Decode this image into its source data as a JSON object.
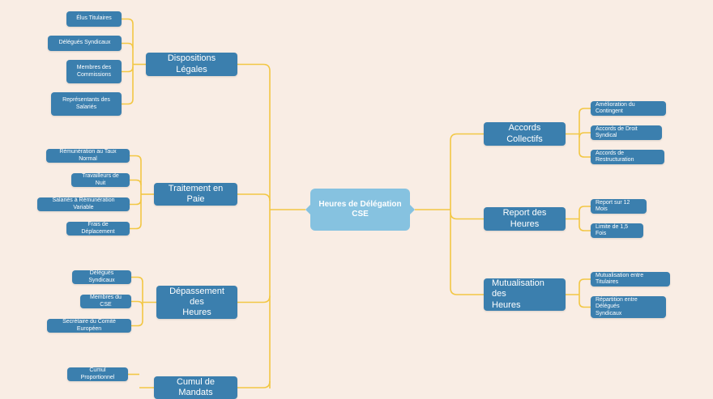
{
  "colors": {
    "background": "#f9ede4",
    "node": "#3b7fae",
    "center": "#86c2e0",
    "line": "#f2c744"
  },
  "center": "Heures de Délégation\nCSE",
  "left": [
    {
      "label": "Dispositions Légales",
      "children": [
        "Élus Titulaires",
        "Délégués Syndicaux",
        "Membres des\nCommissions",
        "Représentants des\nSalariés"
      ]
    },
    {
      "label": "Traitement en Paie",
      "children": [
        "Rémunération au Taux Normal",
        "Travailleurs de Nuit",
        "Salariés à Rémunération Variable",
        "Frais de Déplacement"
      ]
    },
    {
      "label": "Dépassement des\nHeures",
      "children": [
        "Délégués Syndicaux",
        "Membres du CSE",
        "Secrétaire du Comité Européen"
      ]
    },
    {
      "label": "Cumul de Mandats",
      "children": [
        "Cumul Proportionnel"
      ]
    }
  ],
  "right": [
    {
      "label": "Accords Collectifs",
      "children": [
        "Amélioration du Contingent",
        "Accords de Droit Syndical",
        "Accords de Restructuration"
      ]
    },
    {
      "label": "Report des Heures",
      "children": [
        "Report sur 12 Mois",
        "Limite de 1,5 Fois"
      ]
    },
    {
      "label": "Mutualisation des\nHeures",
      "children": [
        "Mutualisation entre Titulaires",
        "Répartition entre Délégués\nSyndicaux"
      ]
    }
  ]
}
